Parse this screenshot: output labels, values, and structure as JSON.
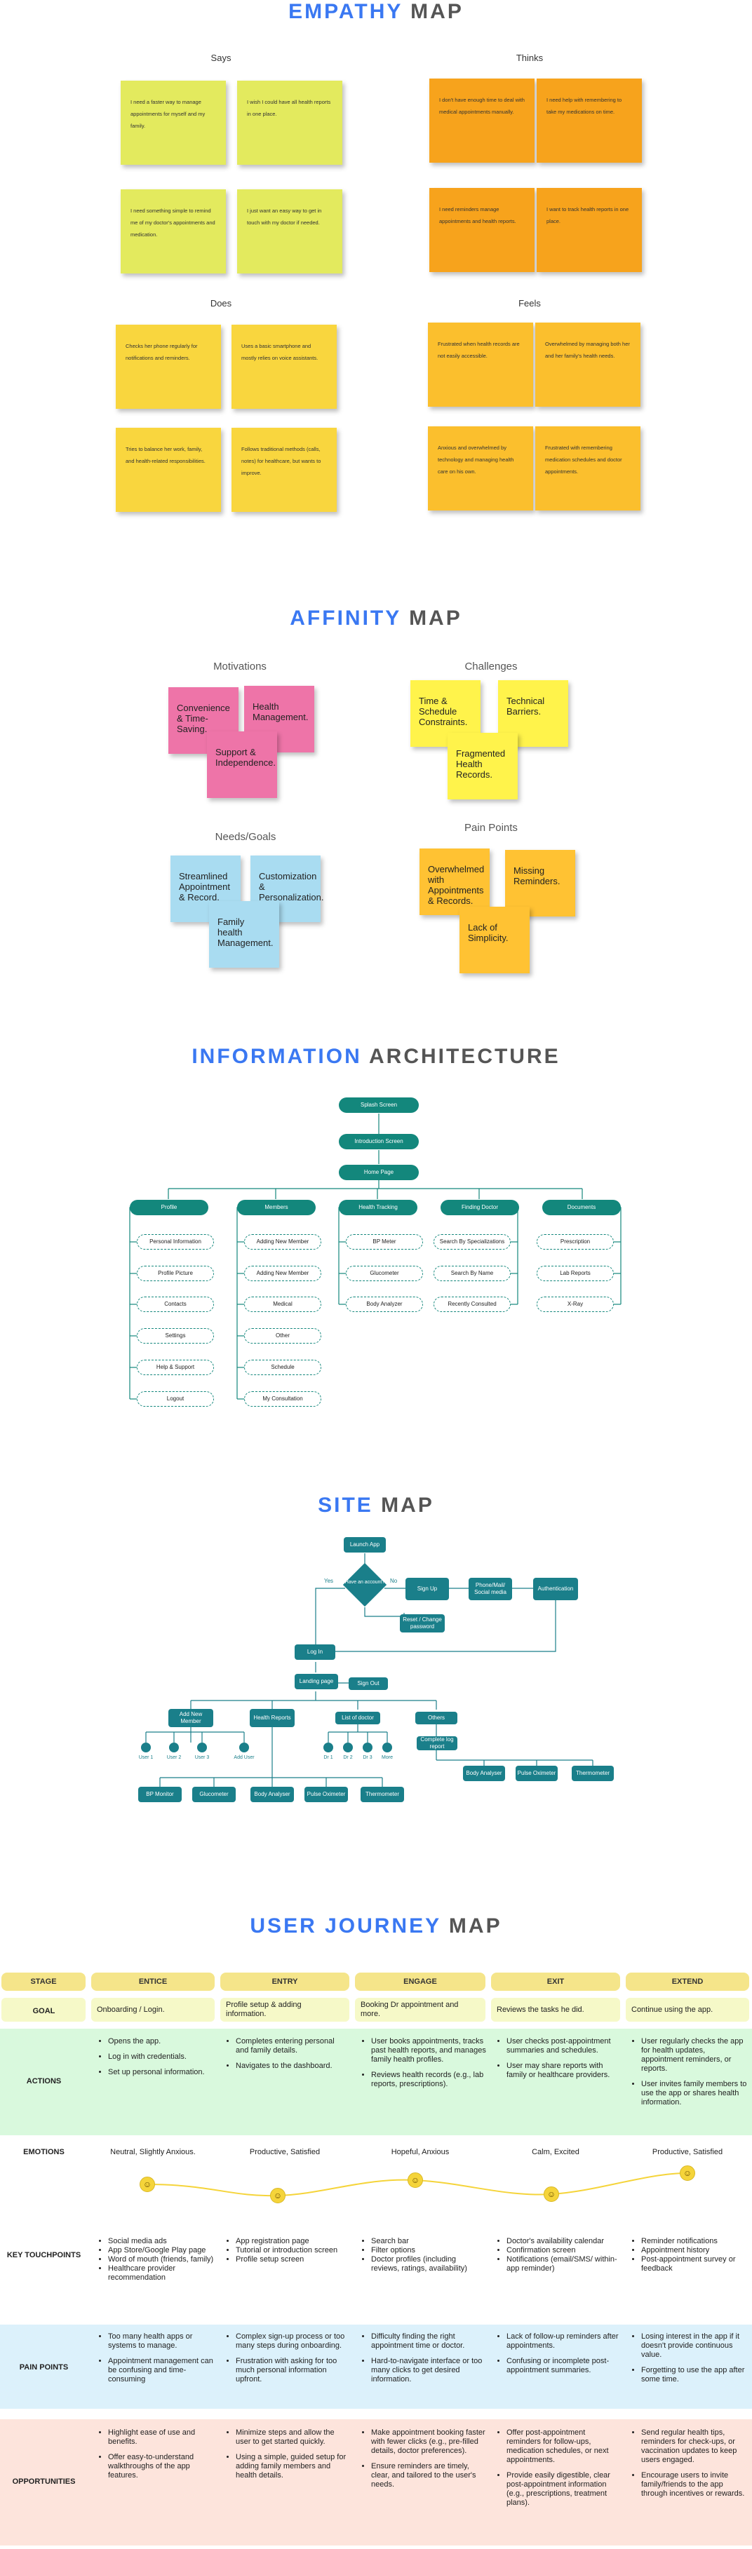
{
  "empathy": {
    "title_accent": "EMPATHY",
    "title_rest": "MAP",
    "quadrants": {
      "says": "Says",
      "thinks": "Thinks",
      "does": "Does",
      "feels": "Feels"
    },
    "says_notes": [
      "I need a faster way to manage appointments for myself and my family.",
      "I wish I could have all health reports in one place.",
      "I need something simple to remind me of my doctor's appointments and medication.",
      "I just want an easy way to get in touch with my doctor if needed."
    ],
    "thinks_notes": [
      "I don't have enough time to deal with medical appointments manually.",
      "I need help with remembering to take my medications on time.",
      "I need reminders manage appointments and health reports.",
      "I want to track health reports in one place."
    ],
    "does_notes": [
      "Checks her phone regularly for notifications and reminders.",
      "Uses a basic smartphone and mostly relies on voice assistants.",
      "Tries to balance her work, family, and health-related responsibilities.",
      "Follows traditional methods (calls, notes) for healthcare, but wants to improve."
    ],
    "feels_notes": [
      "Frustrated when health records are not easily accessible.",
      "Overwhelmed by managing both her and her family's health needs.",
      "Anxious and overwhelmed by technology and managing health care on his own.",
      "Frustrated with remembering medication schedules and doctor appointments."
    ]
  },
  "affinity": {
    "title_accent": "AFFINITY",
    "title_rest": "MAP",
    "groups": {
      "motivations": "Motivations",
      "challenges": "Challenges",
      "needs": "Needs/Goals",
      "pain": "Pain Points"
    },
    "motivations": [
      "Convenience & Time-Saving.",
      "Health Management.",
      "Support & Independence."
    ],
    "challenges": [
      "Time & Schedule Constraints.",
      "Technical Barriers.",
      "Fragmented Health Records."
    ],
    "needs": [
      "Streamlined Appointment & Record.",
      "Customization & Personalization.",
      "Family health Management."
    ],
    "pain": [
      "Overwhelmed with Appointments & Records.",
      "Missing Reminders.",
      "Lack of Simplicity."
    ]
  },
  "ia": {
    "title_accent": "INFORMATION",
    "title_rest": "ARCHITECTURE",
    "splash": "Splash Screen",
    "intro": "Introduction Screen",
    "home": "Home Page",
    "columns": [
      {
        "head": "Profile",
        "items": [
          "Personal Information",
          "Profile Picture",
          "Contacts",
          "Settings",
          "Help & Support",
          "Logout"
        ]
      },
      {
        "head": "Members",
        "items": [
          "Adding New Member",
          "Adding New Member",
          "Medical",
          "Other",
          "Schedule",
          "My Consultation"
        ]
      },
      {
        "head": "Health Tracking",
        "items": [
          "BP Meter",
          "Glucometer",
          "Body Analyzer"
        ]
      },
      {
        "head": "Finding Doctor",
        "items": [
          "Search By Specializations",
          "Search By Name",
          "Recently Consulted"
        ]
      },
      {
        "head": "Documents",
        "items": [
          "Prescription",
          "Lab Reports",
          "X-Ray"
        ]
      }
    ]
  },
  "sitemap": {
    "title_accent": "SITE",
    "title_rest": "MAP",
    "launch": "Launch App",
    "have_account": "Have an account?",
    "yes": "Yes",
    "no": "No",
    "signup": "Sign Up",
    "phone": "Phone/Mail/ Social media",
    "auth": "Authentication",
    "reset": "Reset / Change password",
    "login": "Log In",
    "landing": "Landing page",
    "signout": "Sign Out",
    "add_member": "Add New Member",
    "health_reports": "Health Reports",
    "list_doctor": "List of doctor",
    "others": "Others",
    "complete_log": "Complete log report",
    "users": [
      "User 1",
      "User 2",
      "User 3",
      "Add User"
    ],
    "doctors": [
      "Dr 1",
      "Dr 2",
      "Dr 3",
      "More"
    ],
    "devices_right": [
      "Body Analyser",
      "Pulse Oximeter",
      "Thermometer"
    ],
    "devices_bottom": [
      "BP Monitor",
      "Glucometer",
      "Body Analyser",
      "Pulse Oximeter",
      "Thermometer"
    ]
  },
  "journey": {
    "title_accent": "USER JOURNEY",
    "title_rest": "MAP",
    "stage_label": "STAGE",
    "stages": [
      "ENTICE",
      "ENTRY",
      "ENGAGE",
      "EXIT",
      "EXTEND"
    ],
    "goal_label": "GOAL",
    "goals": [
      "Onboarding / Login.",
      "Profile setup & adding information.",
      "Booking Dr appointment and more.",
      "Reviews the tasks he did.",
      "Continue using the app."
    ],
    "actions_label": "ACTIONS",
    "actions": [
      [
        "Opens the app.",
        "Log in with credentials.",
        "Set up personal information."
      ],
      [
        "Completes entering personal and family details.",
        "Navigates to the dashboard."
      ],
      [
        "User books appointments, tracks past health reports, and manages family health profiles.",
        "Reviews health records (e.g., lab reports, prescriptions)."
      ],
      [
        "User checks post-appointment summaries and schedules.",
        "User may share reports with family or healthcare providers."
      ],
      [
        "User regularly checks the app for health updates, appointment reminders, or reports.",
        "User invites family members to use the app or shares health information."
      ]
    ],
    "emotions_label": "EMOTIONS",
    "emotions": [
      "Neutral, Slightly Anxious.",
      "Productive, Satisfied",
      "Hopeful, Anxious",
      "Calm, Excited",
      "Productive, Satisfied"
    ],
    "touch_label": "KEY TOUCHPOINTS",
    "touchpoints": [
      [
        "Social media ads",
        "App Store/Google Play page",
        "Word of mouth (friends, family)",
        "Healthcare provider recommendation"
      ],
      [
        "App registration page",
        "Tutorial or introduction screen",
        "Profile setup screen"
      ],
      [
        "Search bar",
        "Filter options",
        "Doctor profiles (including reviews, ratings, availability)"
      ],
      [
        "Doctor's availability calendar",
        "Confirmation screen",
        "Notifications (email/SMS/ within-app reminder)"
      ],
      [
        "Reminder notifications",
        "Appointment history",
        "Post-appointment survey or feedback"
      ]
    ],
    "pain_label": "PAIN POINTS",
    "pains": [
      [
        "Too many health apps or systems to manage.",
        "Appointment management can be confusing and time-consuming"
      ],
      [
        "Complex sign-up process or too many steps during onboarding.",
        "Frustration with asking for too much personal information upfront."
      ],
      [
        "Difficulty finding the right appointment time or doctor.",
        "Hard-to-navigate interface or too many clicks to get desired information."
      ],
      [
        "Lack of follow-up reminders after appointments.",
        "Confusing or incomplete post-appointment summaries."
      ],
      [
        "Losing interest in the app if it doesn't provide continuous value.",
        "Forgetting to use the app after some time."
      ]
    ],
    "opp_label": "OPPORTUNITIES",
    "opps": [
      [
        "Highlight ease of use and benefits.",
        "Offer easy-to-understand walkthroughs of the app features."
      ],
      [
        "Minimize steps and allow the user to get started quickly.",
        "Using a simple, guided setup for adding family members and health details."
      ],
      [
        "Make appointment booking faster with fewer clicks (e.g., pre-filled details, doctor preferences).",
        "Ensure reminders are timely, clear, and tailored to the user's needs."
      ],
      [
        "Offer post-appointment reminders for follow-ups, medication schedules, or next appointments.",
        "Provide easily digestible, clear post-appointment information (e.g., prescriptions, treatment plans)."
      ],
      [
        "Send regular health tips, reminders for check-ups, or vaccination updates to keep users engaged.",
        "Encourage users to invite family/friends to the app through incentives or rewards."
      ]
    ]
  }
}
